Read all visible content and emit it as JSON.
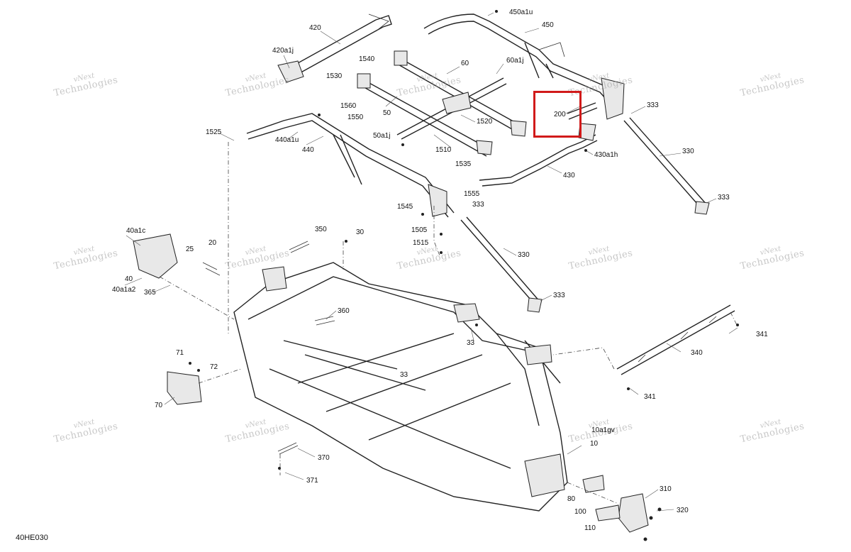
{
  "drawing_code": "40HE030",
  "watermark": {
    "line1": "vNext",
    "line2": "Technologies"
  },
  "highlight": {
    "color": "#d11a1a",
    "part": "200"
  },
  "labels": [
    {
      "id": "420",
      "text": "420"
    },
    {
      "id": "420a1j",
      "text": "420a1j"
    },
    {
      "id": "450a1u",
      "text": "450a1u"
    },
    {
      "id": "450",
      "text": "450"
    },
    {
      "id": "1540",
      "text": "1540"
    },
    {
      "id": "60",
      "text": "60"
    },
    {
      "id": "60a1j",
      "text": "60a1j"
    },
    {
      "id": "1530",
      "text": "1530"
    },
    {
      "id": "1560",
      "text": "1560"
    },
    {
      "id": "1550",
      "text": "1550"
    },
    {
      "id": "50",
      "text": "50"
    },
    {
      "id": "50a1j",
      "text": "50a1j"
    },
    {
      "id": "1520",
      "text": "1520"
    },
    {
      "id": "1510",
      "text": "1510"
    },
    {
      "id": "200",
      "text": "200"
    },
    {
      "id": "333a",
      "text": "333"
    },
    {
      "id": "430a1h",
      "text": "430a1h"
    },
    {
      "id": "330a",
      "text": "330"
    },
    {
      "id": "430",
      "text": "430"
    },
    {
      "id": "333b",
      "text": "333"
    },
    {
      "id": "1525",
      "text": "1525"
    },
    {
      "id": "440a1u",
      "text": "440a1u"
    },
    {
      "id": "440",
      "text": "440"
    },
    {
      "id": "1535",
      "text": "1535"
    },
    {
      "id": "1555",
      "text": "1555"
    },
    {
      "id": "1545",
      "text": "1545"
    },
    {
      "id": "333c",
      "text": "333"
    },
    {
      "id": "1505",
      "text": "1505"
    },
    {
      "id": "1515",
      "text": "1515"
    },
    {
      "id": "330b",
      "text": "330"
    },
    {
      "id": "333d",
      "text": "333"
    },
    {
      "id": "40a1c",
      "text": "40a1c"
    },
    {
      "id": "25",
      "text": "25"
    },
    {
      "id": "20",
      "text": "20"
    },
    {
      "id": "350",
      "text": "350"
    },
    {
      "id": "30",
      "text": "30"
    },
    {
      "id": "40",
      "text": "40"
    },
    {
      "id": "40a1a2",
      "text": "40a1a2"
    },
    {
      "id": "365",
      "text": "365"
    },
    {
      "id": "360",
      "text": "360"
    },
    {
      "id": "33a",
      "text": "33"
    },
    {
      "id": "341a",
      "text": "341"
    },
    {
      "id": "340",
      "text": "340"
    },
    {
      "id": "71",
      "text": "71"
    },
    {
      "id": "72",
      "text": "72"
    },
    {
      "id": "33b",
      "text": "33"
    },
    {
      "id": "341b",
      "text": "341"
    },
    {
      "id": "70",
      "text": "70"
    },
    {
      "id": "10a1gv",
      "text": "10a1gv"
    },
    {
      "id": "10",
      "text": "10"
    },
    {
      "id": "370",
      "text": "370"
    },
    {
      "id": "371",
      "text": "371"
    },
    {
      "id": "310",
      "text": "310"
    },
    {
      "id": "80",
      "text": "80"
    },
    {
      "id": "100",
      "text": "100"
    },
    {
      "id": "320",
      "text": "320"
    },
    {
      "id": "110",
      "text": "110"
    }
  ]
}
